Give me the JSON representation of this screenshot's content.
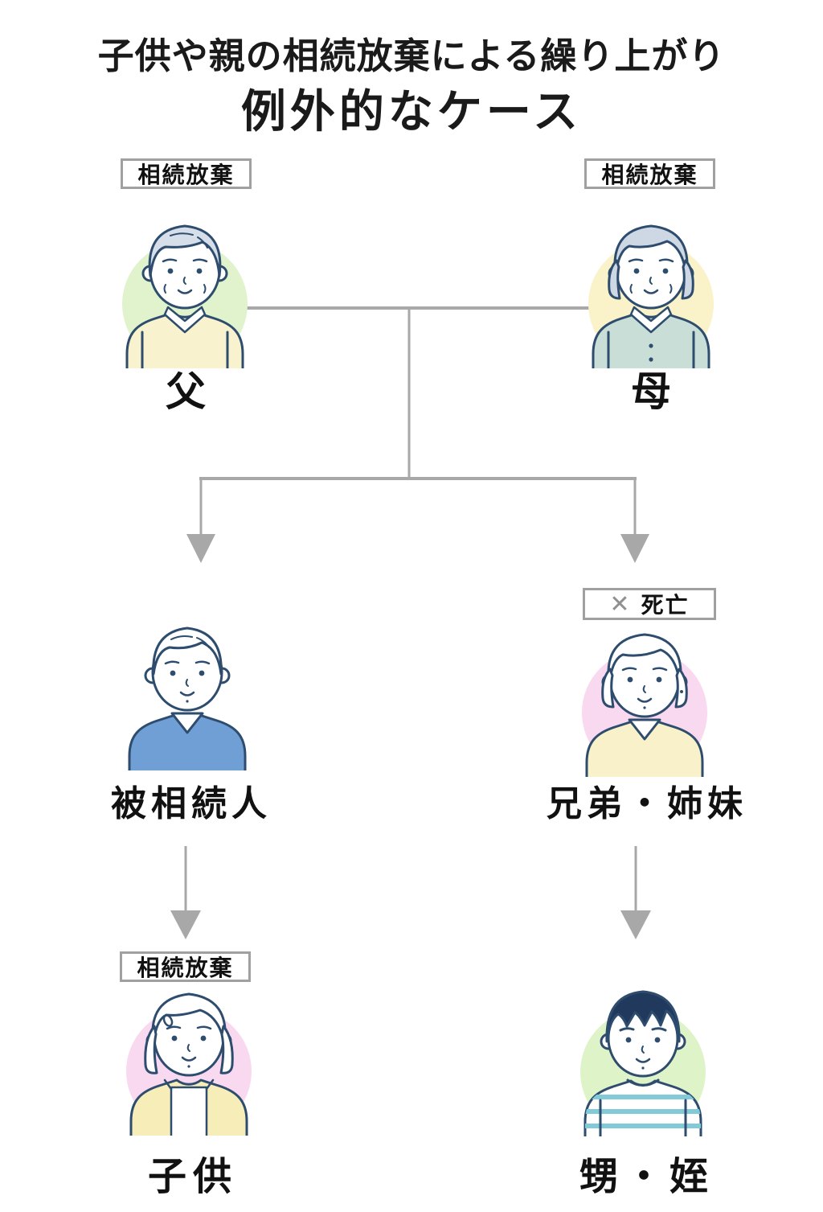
{
  "title": {
    "line1": "子供や親の相続放棄による繰り上がり",
    "line2": "例外的なケース"
  },
  "badges": {
    "renounce": "相続放棄",
    "death": "死亡",
    "death_mark": "✕"
  },
  "people": {
    "father": {
      "name": "父",
      "bg_color": "#e1f3cd",
      "clothing_color": "#f8f2cf",
      "hair_color": "#d5dee9"
    },
    "mother": {
      "name": "母",
      "bg_color": "#faf2c9",
      "clothing_color": "#c9ded7",
      "hair_color": "#cdd8e4"
    },
    "decedent": {
      "name": "被相続人",
      "clothing_color": "#6f9fd4",
      "hair_color": "#ffffff"
    },
    "sibling": {
      "name": "兄弟・姉妹",
      "bg_color": "#f9d9f0",
      "clothing_color": "#f8f1ca",
      "hair_color": "#ffffff"
    },
    "child": {
      "name": "子供",
      "bg_color": "#f9d9f0",
      "clothing_color": "#f7edb8",
      "hair_color": "#ffffff"
    },
    "nephew": {
      "name": "甥・姪",
      "bg_color": "#dff3c9",
      "clothing_color": "#ffffff",
      "hair_color": "#21395c",
      "stripe_color": "#82cad7"
    }
  },
  "colors": {
    "connector": "#a8a8a8",
    "outline": "#2e4d6e",
    "label_border": "#a0a0a0",
    "text": "#1a1a1a"
  }
}
